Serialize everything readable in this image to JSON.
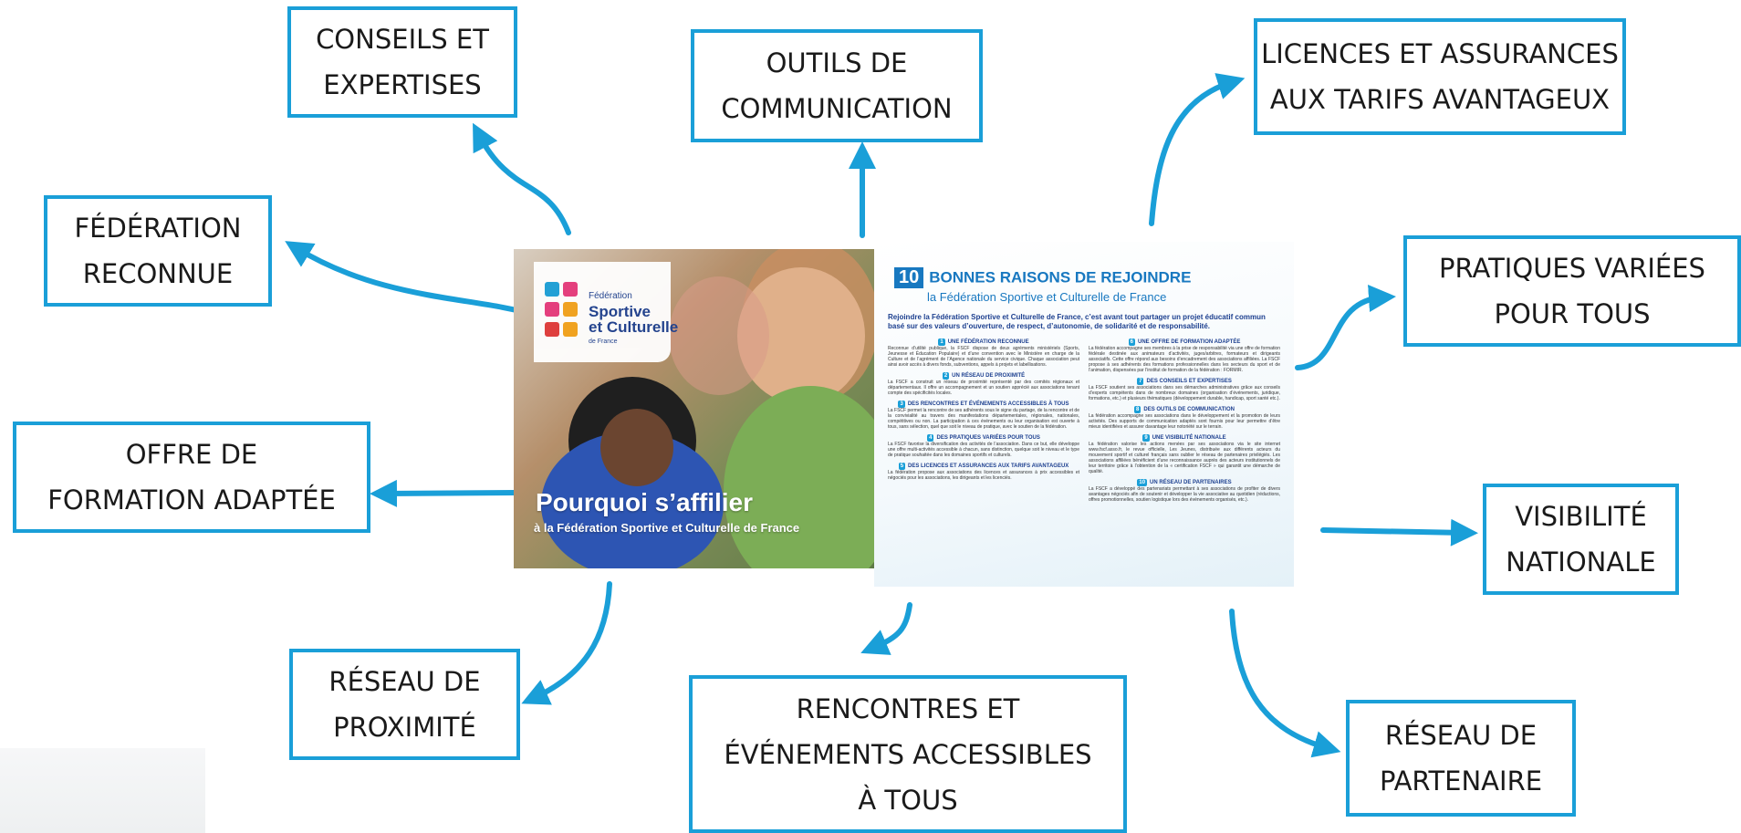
{
  "colors": {
    "accent": "#1a9fd8",
    "page_blue": "#1878c0",
    "navy": "#1c3f8f"
  },
  "nodes": {
    "conseils": {
      "lines": [
        "CONSEILS ET",
        "EXPERTISES"
      ]
    },
    "outils": {
      "lines": [
        "OUTILS DE",
        "COMMUNICATION"
      ]
    },
    "licences": {
      "lines": [
        "LICENCES ET ASSURANCES",
        "AUX TARIFS AVANTAGEUX"
      ]
    },
    "federation": {
      "lines": [
        "FÉDÉRATION",
        "RECONNUE"
      ]
    },
    "pratiques": {
      "lines": [
        "PRATIQUES VARIÉES",
        "POUR TOUS"
      ]
    },
    "formation": {
      "lines": [
        "OFFRE DE",
        "FORMATION ADAPTÉE"
      ]
    },
    "visibilite": {
      "lines": [
        "VISIBILITÉ",
        "NATIONALE"
      ]
    },
    "proximite": {
      "lines": [
        "RÉSEAU DE",
        "PROXIMITÉ"
      ]
    },
    "rencontres": {
      "lines": [
        "RENCONTRES ET",
        "ÉVÉNEMENTS ACCESSIBLES",
        "À TOUS"
      ]
    },
    "partenaire": {
      "lines": [
        "RÉSEAU DE",
        "PARTENAIRE"
      ]
    }
  },
  "brochure": {
    "cover": {
      "logo_line1": "Fédération",
      "logo_line2": "Sportive",
      "logo_line3": "et Culturelle",
      "logo_line4": "de France",
      "title": "Pourquoi s’affilier",
      "subtitle": "à la Fédération Sportive et Culturelle de France"
    },
    "page": {
      "number": "10",
      "title": "BONNES RAISONS DE REJOINDRE",
      "subtitle": "la Fédération Sportive et Culturelle de France",
      "intro": "Rejoindre la Fédération Sportive et Culturelle de France, c’est avant tout partager un projet éducatif commun basé sur des valeurs d’ouverture, de respect, d’autonomie, de solidarité et de responsabilité.",
      "left_column": [
        {
          "num": "1",
          "title": "UNE FÉDÉRATION RECONNUE",
          "body": "Reconnue d’utilité publique, la FSCF dispose de deux agréments ministériels (Sports, Jeunesse et Éducation Populaire) et d’une convention avec le Ministère en charge de la Culture et de l’agrément de l’Agence nationale du service civique. Chaque association peut ainsi avoir accès à divers fonds, subventions, appels à projets et labellisations."
        },
        {
          "num": "2",
          "title": "UN RÉSEAU DE PROXIMITÉ",
          "body": "La FSCF a construit un réseau de proximité représenté par des comités régionaux et départementaux. Il offre un accompagnement et un soutien apprécié aux associations tenant compte des spécificités locales."
        },
        {
          "num": "3",
          "title": "DES RENCONTRES ET ÉVÉNEMENTS ACCESSIBLES À TOUS",
          "body": "La FSCF permet la rencontre de ses adhérents sous le signe du partage, de la rencontre et de la convivialité au travers des manifestations départementales, régionales, nationales, compétitives ou non. La participation à ces événements ou leur organisation est ouverte à tous, sans sélection, quel que soit le niveau de pratique, avec le soutien de la fédération."
        },
        {
          "num": "4",
          "title": "DES PRATIQUES VARIÉES POUR TOUS",
          "body": "La FSCF favorise la diversification des activités de l’association. Dans ce but, elle développe une offre multi-activités accessible à chacun, sans distinction, quelque soit le niveau et le type de pratique souhaitée dans les domaines sportifs et culturels."
        },
        {
          "num": "5",
          "title": "DES LICENCES ET ASSURANCES AUX TARIFS AVANTAGEUX",
          "body": "La fédération propose aux associations des licences et assurances à prix accessibles et négociés pour les associations, les dirigeants et les licenciés."
        }
      ],
      "right_column": [
        {
          "num": "6",
          "title": "UNE OFFRE DE FORMATION ADAPTÉE",
          "body": "La fédération accompagne ses membres à la prise de responsabilité via une offre de formation fédérale destinée aux animateurs d’activités, juges/arbitres, formateurs et dirigeants associatifs. Cette offre répond aux besoins d’encadrement des associations affiliées. La FSCF propose à ses adhérents des formations professionnelles dans les secteurs du sport et de l’animation, dispensées par l’institut de formation de la fédération : FORMIR."
        },
        {
          "num": "7",
          "title": "DES CONSEILS ET EXPERTISES",
          "body": "La FSCF soutient ses associations dans ses démarches administratives grâce aux conseils d’experts compétents dans de nombreux domaines (organisation d’événements, juridique, formations, etc.) et plusieurs thématiques (développement durable, handicap, sport santé etc.)."
        },
        {
          "num": "8",
          "title": "DES OUTILS DE COMMUNICATION",
          "body": "La fédération accompagne ses associations dans le développement et la promotion de leurs activités. Des supports de communication adaptés sont fournis pour leur permettre d’être mieux identifiées et assurer davantage leur notoriété sur le terrain."
        },
        {
          "num": "9",
          "title": "UNE VISIBILITÉ NATIONALE",
          "body": "La fédération valorise les actions menées par ses associations via le site internet www.fscf.asso.fr, le revue officielle, Les Jeunes, distribuée aux différents acteurs du mouvement sportif et culturel français sans oublier le réseau de partenaires privilégiés. Les associations affiliées bénéficient d’une reconnaissance auprès des acteurs institutionnels de leur territoire grâce à l’obtention de la « certification FSCF » qui garantit une démarche de qualité."
        },
        {
          "num": "10",
          "title": "UN RÉSEAU DE PARTENAIRES",
          "body": "La FSCF a développé des partenariats permettant à ses associations de profiter de divers avantages négociés afin de soutenir et développer la vie associative au quotidien (réductions, offres promotionnelles, soutien logistique lors des événements organisés, etc.)."
        }
      ]
    }
  }
}
